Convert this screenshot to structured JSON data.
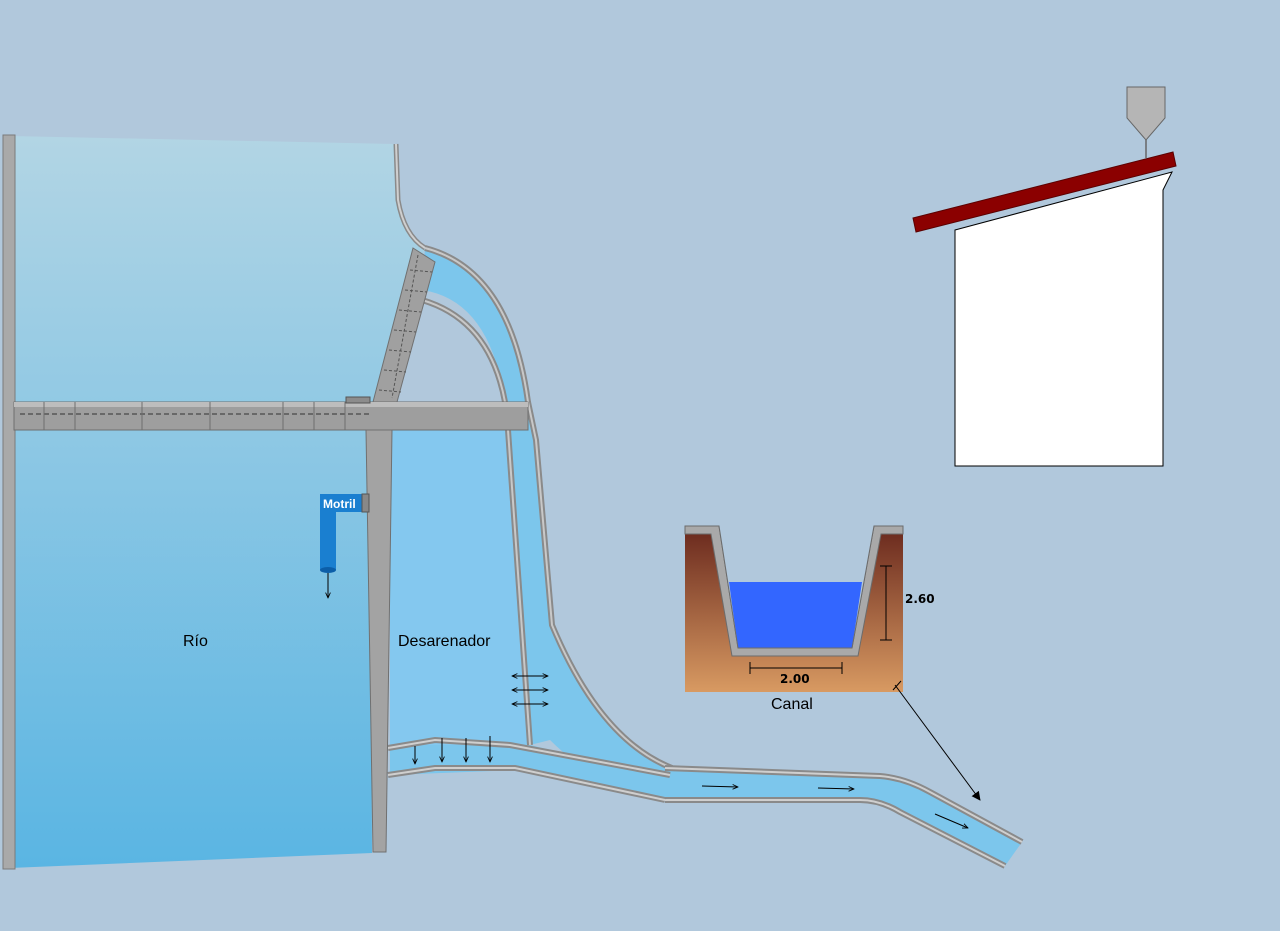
{
  "labels": {
    "river": "Río",
    "sand_trap": "Desarenador",
    "canal": "Canal",
    "gauge": "Motril"
  },
  "canal_section": {
    "width": "2.00",
    "height": "2.60"
  },
  "colors": {
    "background": "#b1c8dc",
    "water_light": "#b0d4e6",
    "water_dark": "#5bb6e2",
    "channel_water": "#7cc6ec",
    "concrete": "#9a9a9a",
    "roof": "#8b0000",
    "canal_water": "#3366ff",
    "soil_top": "#6b2a1e",
    "soil_bottom": "#d89860",
    "gauge_blue": "#1a7fd0"
  }
}
